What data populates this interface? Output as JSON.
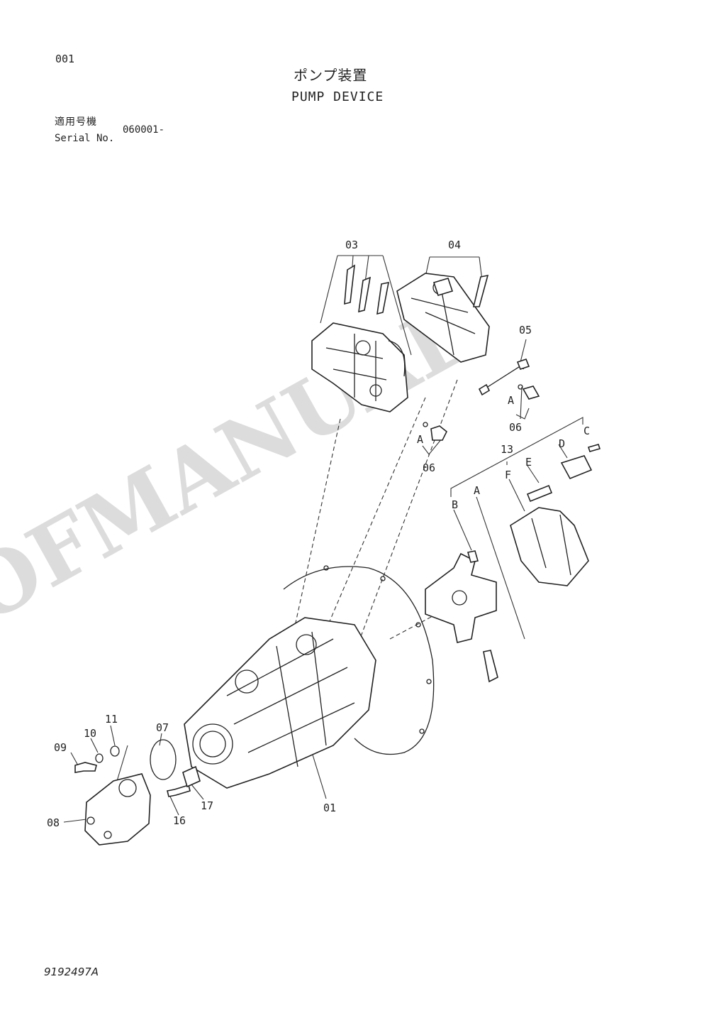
{
  "header": {
    "page_number": "001",
    "title_ja": "ポンプ装置",
    "title_en": "PUMP DEVICE",
    "serial_label_ja": "適用号機",
    "serial_label_en": "Serial No.",
    "serial_value": "060001-"
  },
  "footer": {
    "drawing_code": "9192497A"
  },
  "watermark": {
    "text": "OFMANUAL",
    "color": "#d6d6d6"
  },
  "callouts": {
    "c01": "01",
    "c03": "03",
    "c04": "04",
    "c05": "05",
    "c06a": "06",
    "c06b": "06",
    "c07": "07",
    "c08": "08",
    "c09": "09",
    "c10": "10",
    "c11": "11",
    "c13": "13",
    "c16": "16",
    "c17": "17",
    "sA1": "A",
    "sA2": "A",
    "sA3": "A",
    "sB": "B",
    "sC": "C",
    "sD": "D",
    "sE": "E",
    "sF": "F"
  }
}
